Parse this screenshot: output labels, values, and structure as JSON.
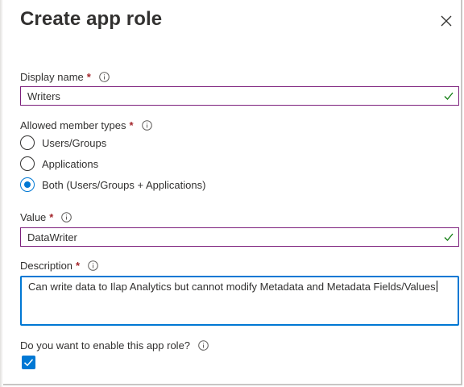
{
  "panel": {
    "title": "Create app role",
    "close_icon": "close-icon"
  },
  "fields": {
    "display_name": {
      "label": "Display name",
      "required_mark": "*",
      "value": "Writers",
      "valid": true
    },
    "member_types": {
      "label": "Allowed member types",
      "required_mark": "*",
      "options": [
        {
          "label": "Users/Groups",
          "selected": false
        },
        {
          "label": "Applications",
          "selected": false
        },
        {
          "label": "Both (Users/Groups + Applications)",
          "selected": true
        }
      ]
    },
    "value": {
      "label": "Value",
      "required_mark": "*",
      "value": "DataWriter",
      "valid": true
    },
    "description": {
      "label": "Description",
      "required_mark": "*",
      "value": "Can write data to Ilap Analytics but cannot modify Metadata and Metadata Fields/Values"
    },
    "enable": {
      "label": "Do you want to enable this app role?",
      "checked": true
    }
  },
  "colors": {
    "accent": "#0078d4",
    "valid_border": "#7c1f7c",
    "valid_check": "#107c10",
    "required": "#a4262c"
  }
}
